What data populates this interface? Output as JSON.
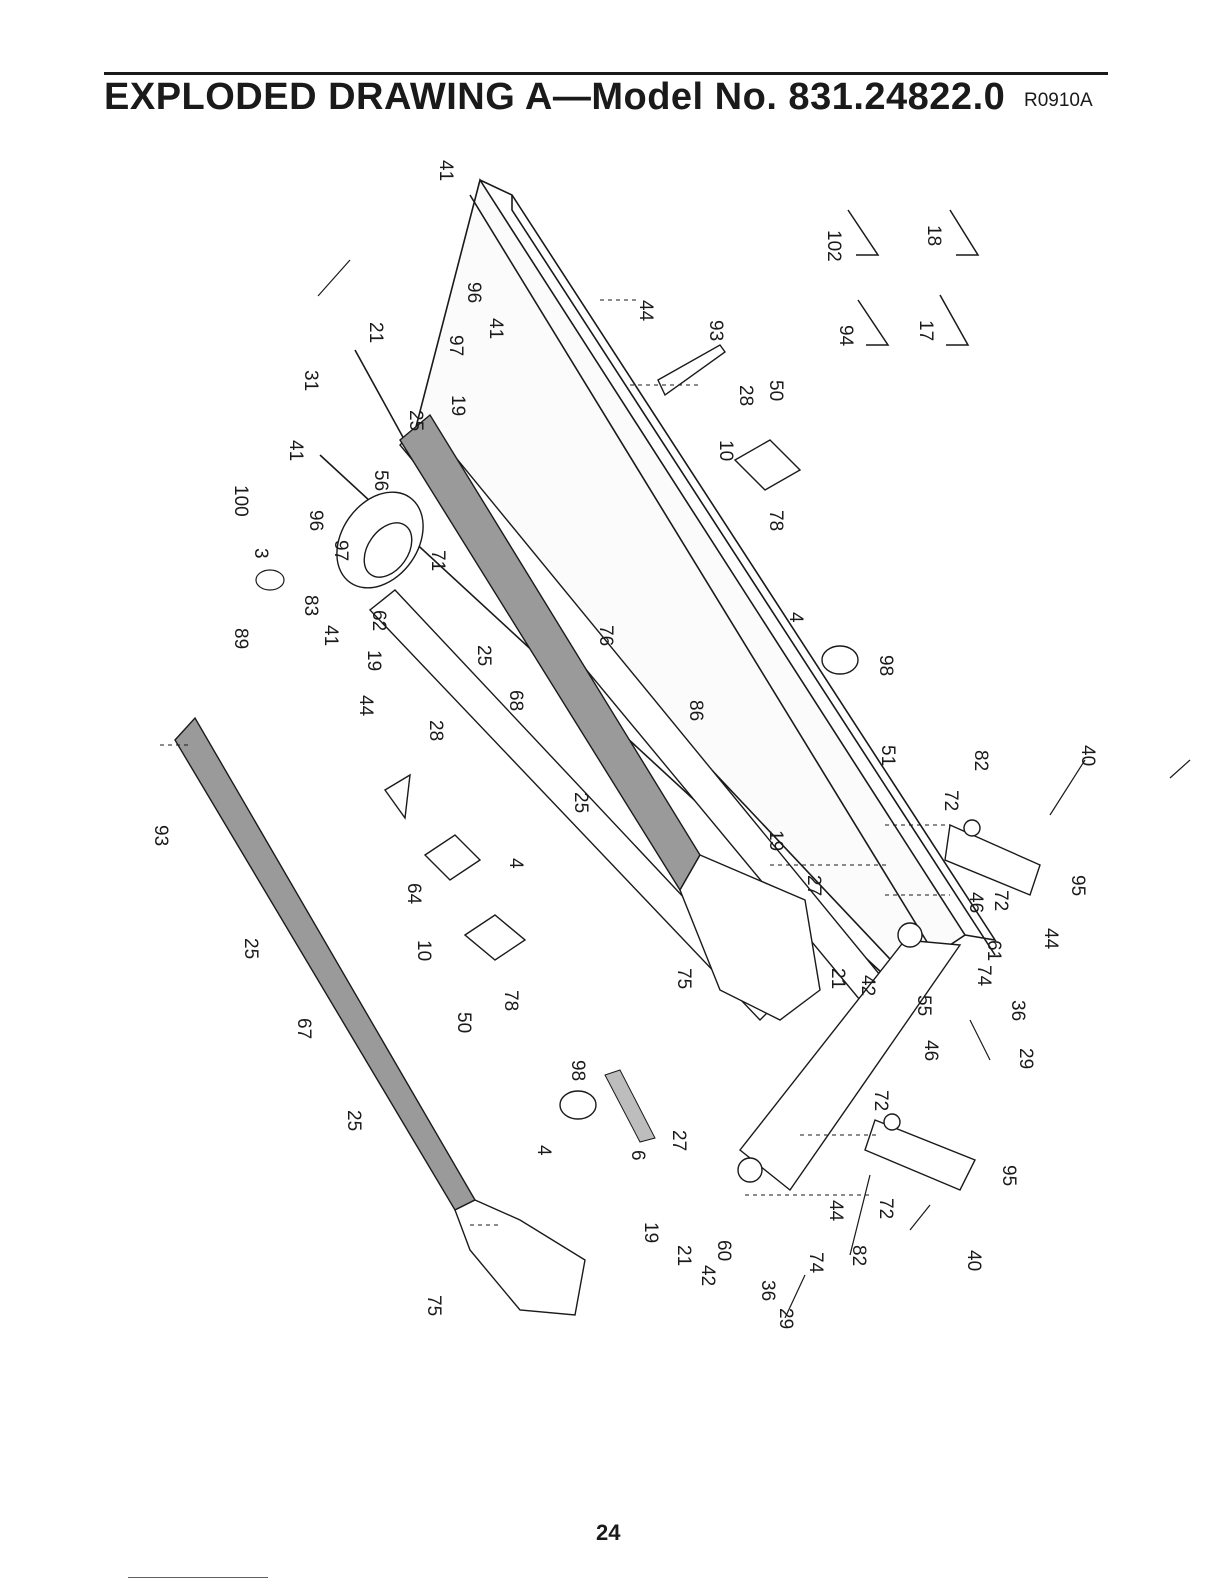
{
  "header": {
    "title": "EXPLODED DRAWING A—Model No. 831.24822.0",
    "drawing_code": "R0910A"
  },
  "colors": {
    "ink": "#1a1a1a",
    "page": "#ffffff",
    "rule_accent": "#3b5bdb"
  },
  "part_labels": [
    "41",
    "102",
    "18",
    "96",
    "41",
    "44",
    "93",
    "21",
    "97",
    "94",
    "17",
    "31",
    "19",
    "28",
    "50",
    "25",
    "41",
    "10",
    "100",
    "56",
    "78",
    "96",
    "97",
    "71",
    "3",
    "76",
    "62",
    "89",
    "83",
    "41",
    "25",
    "19",
    "4",
    "98",
    "44",
    "68",
    "86",
    "28",
    "51",
    "82",
    "40",
    "93",
    "25",
    "72",
    "19",
    "64",
    "4",
    "95",
    "46",
    "72",
    "27",
    "25",
    "10",
    "61",
    "44",
    "21",
    "42",
    "74",
    "75",
    "78",
    "50",
    "55",
    "36",
    "67",
    "46",
    "29",
    "98",
    "72",
    "27",
    "25",
    "6",
    "4",
    "95",
    "44",
    "72",
    "19",
    "82",
    "21",
    "60",
    "42",
    "74",
    "40",
    "36",
    "75",
    "29"
  ],
  "footer": {
    "page_number": "24"
  }
}
